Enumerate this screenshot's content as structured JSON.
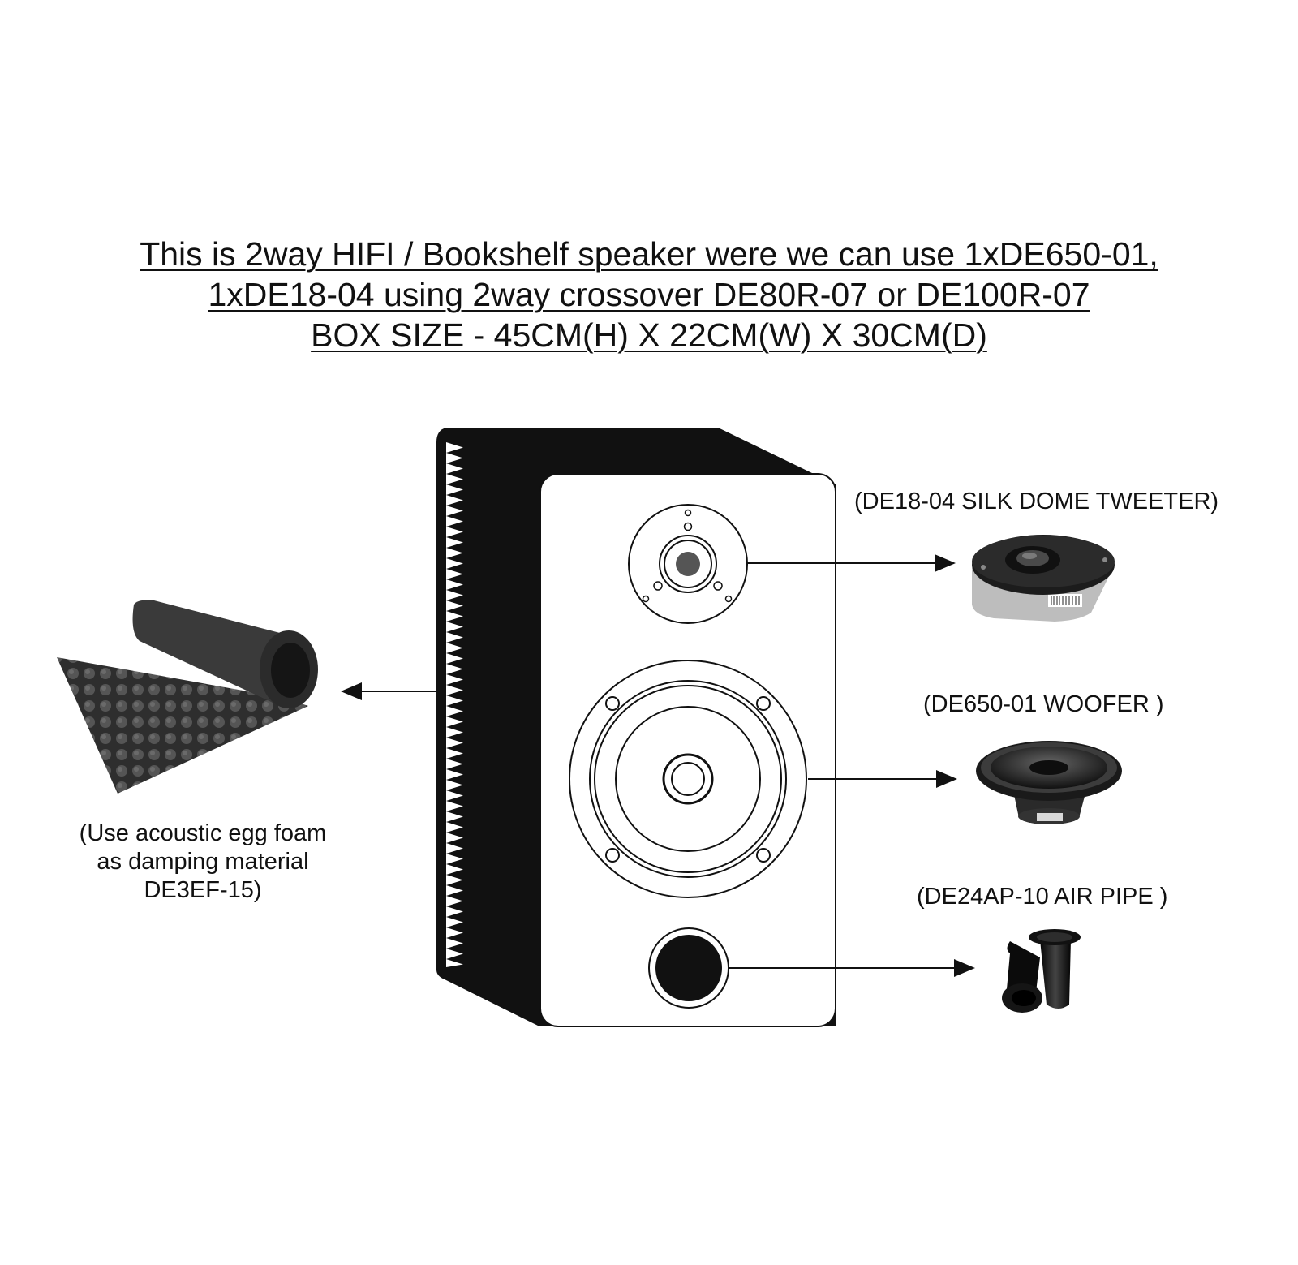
{
  "heading": {
    "line1": "This is 2way HIFI / Bookshelf speaker were we can use 1xDE650-01, ",
    "line2": "1xDE18-04 using 2way crossover DE80R-07 or DE100R-07",
    "line3": "BOX SIZE - 45CM(H) X 22CM(W) X 30CM(D) "
  },
  "labels": {
    "tweeter": "(DE18-04 SILK DOME TWEETER)",
    "woofer": "(DE650-01 WOOFER )",
    "air_pipe": "(DE24AP-10 AIR PIPE )"
  },
  "foam_caption": {
    "line1": "(Use acoustic egg foam",
    "line2": "as damping material",
    "line3": "DE3EF-15)"
  },
  "colors": {
    "cabinet": "#111111",
    "driver_dark": "#1c1c1c",
    "foam": "#3a3a3a"
  }
}
